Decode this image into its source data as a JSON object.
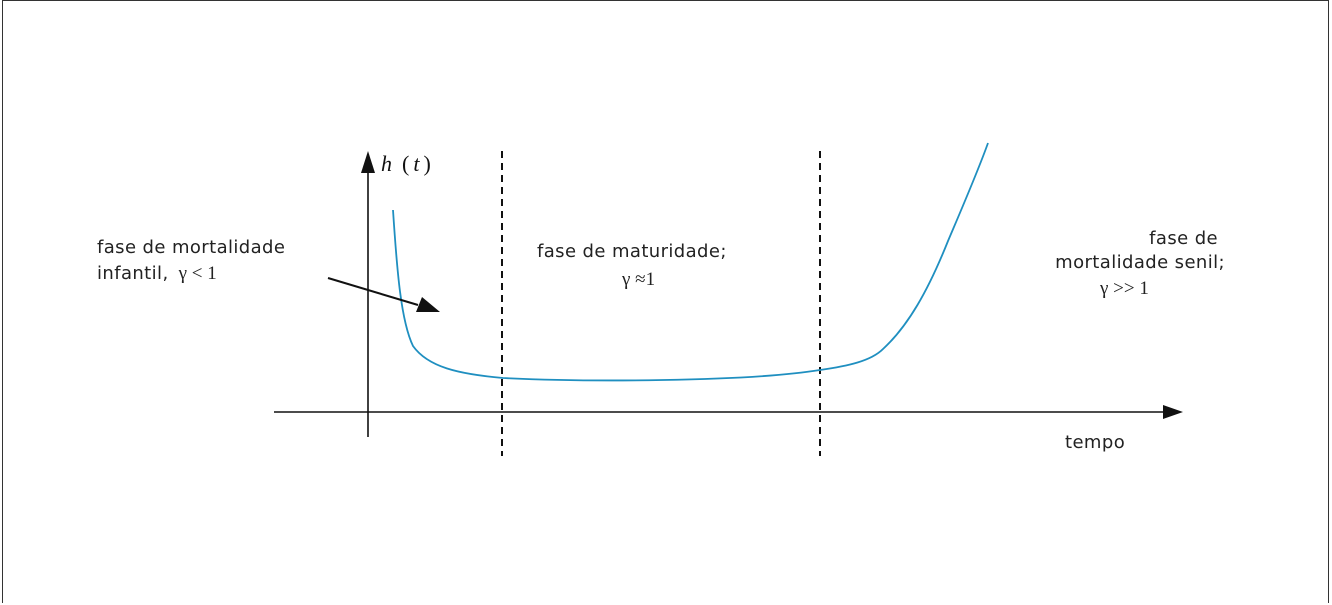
{
  "axes": {
    "y_label_func": "h",
    "y_label_open": "(",
    "y_label_var": "t",
    "y_label_close": ")",
    "x_label": "tempo"
  },
  "phases": {
    "infant": {
      "line1": "fase de mortalidade",
      "line2_text": "infantil,",
      "line2_math": "γ < 1"
    },
    "maturity": {
      "line1": "fase de maturidade;",
      "line2_math": "γ ≈1"
    },
    "senile": {
      "line1": "fase de",
      "line2": "mortalidade senil;",
      "line3_math": "γ >> 1"
    }
  },
  "colors": {
    "curve": "#1f8fc0",
    "axis": "#111111",
    "divider": "#111111",
    "text": "#222222",
    "frame": "#333333"
  }
}
